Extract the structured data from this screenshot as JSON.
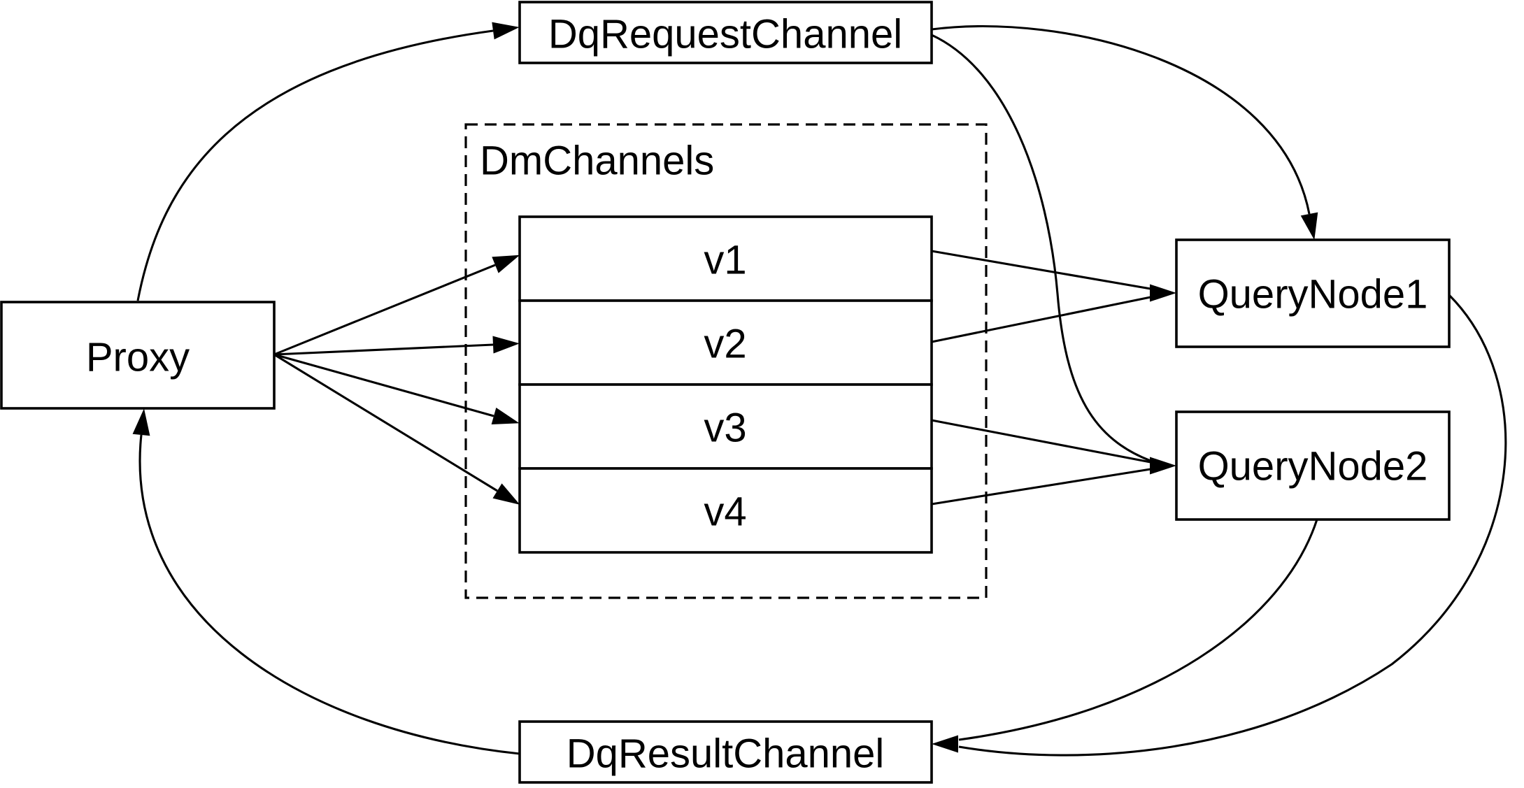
{
  "diagram": {
    "colors": {
      "background": "#ffffff",
      "stroke": "#000000",
      "text": "#000000"
    },
    "nodes": {
      "dq_request_channel": {
        "label": "DqRequestChannel"
      },
      "proxy": {
        "label": "Proxy"
      },
      "dm_channels": {
        "label": "DmChannels"
      },
      "v1": {
        "label": "v1"
      },
      "v2": {
        "label": "v2"
      },
      "v3": {
        "label": "v3"
      },
      "v4": {
        "label": "v4"
      },
      "query_node1": {
        "label": "QueryNode1"
      },
      "query_node2": {
        "label": "QueryNode2"
      },
      "dq_result_channel": {
        "label": "DqResultChannel"
      }
    },
    "edges": [
      {
        "from": "proxy",
        "to": "dq_request_channel"
      },
      {
        "from": "dq_request_channel",
        "to": "query_node1"
      },
      {
        "from": "dq_request_channel",
        "to": "query_node2"
      },
      {
        "from": "proxy",
        "to": "v1"
      },
      {
        "from": "proxy",
        "to": "v2"
      },
      {
        "from": "proxy",
        "to": "v3"
      },
      {
        "from": "proxy",
        "to": "v4"
      },
      {
        "from": "v1",
        "to": "query_node1"
      },
      {
        "from": "v2",
        "to": "query_node1"
      },
      {
        "from": "v3",
        "to": "query_node2"
      },
      {
        "from": "v4",
        "to": "query_node2"
      },
      {
        "from": "query_node1",
        "to": "dq_result_channel"
      },
      {
        "from": "query_node2",
        "to": "dq_result_channel"
      },
      {
        "from": "dq_result_channel",
        "to": "proxy"
      }
    ]
  }
}
